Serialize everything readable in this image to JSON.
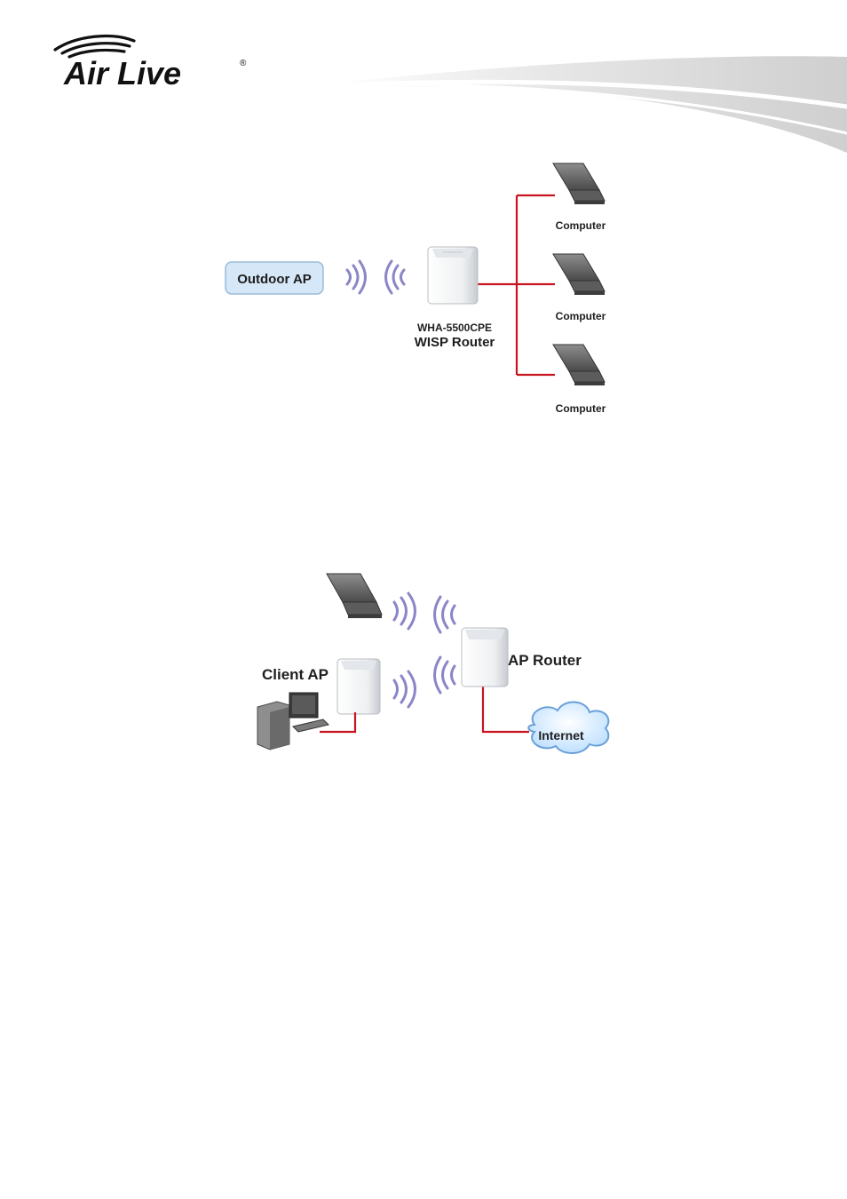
{
  "brand": {
    "logo_text": "Air Live",
    "registered_mark": "®"
  },
  "diagram1": {
    "outdoor_ap_label": "Outdoor AP",
    "device_model": "WHA-5500CPE",
    "device_role": "WISP Router",
    "computer_labels": [
      "Computer",
      "Computer",
      "Computer"
    ]
  },
  "diagram2": {
    "client_ap_label": "Client AP",
    "ap_router_label": "AP Router",
    "internet_label": "Internet"
  },
  "colors": {
    "cable": "#c8141e",
    "outdoor_ap_fill": "#d6e7f7",
    "outdoor_ap_border": "#9bbbd9",
    "signal": "#8a86c8",
    "cloud_fill": "#dbeeff",
    "cloud_border": "#6aa0d8",
    "swoosh": "#d8d8d8"
  }
}
